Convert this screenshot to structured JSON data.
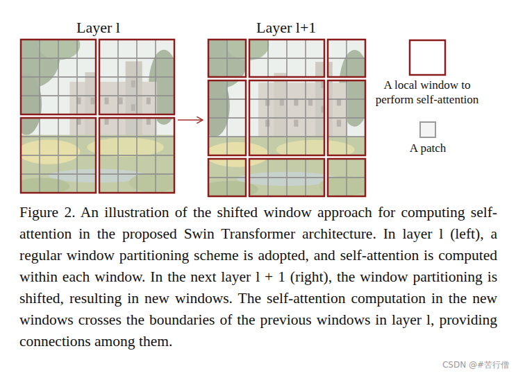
{
  "diagram": {
    "caption": "Figure 2. An illustration of the shifted window approach for computing self-attention in the proposed Swin Transformer architecture. In layer l (left), a regular window partitioning scheme is adopted, and self-attention is computed within each window. In the next layer l + 1 (right), the window partitioning is shifted, resulting in new windows. The self-attention computation in the new windows crosses the boundaries of the previous windows in layer l, providing connections among them.",
    "labels": [
      "Layer l",
      "Layer l+1",
      "CSDN @#苦行僧"
    ],
    "legend": [
      {
        "text": "A local window to perform self-attention"
      },
      {
        "text": "A patch"
      }
    ]
  }
}
